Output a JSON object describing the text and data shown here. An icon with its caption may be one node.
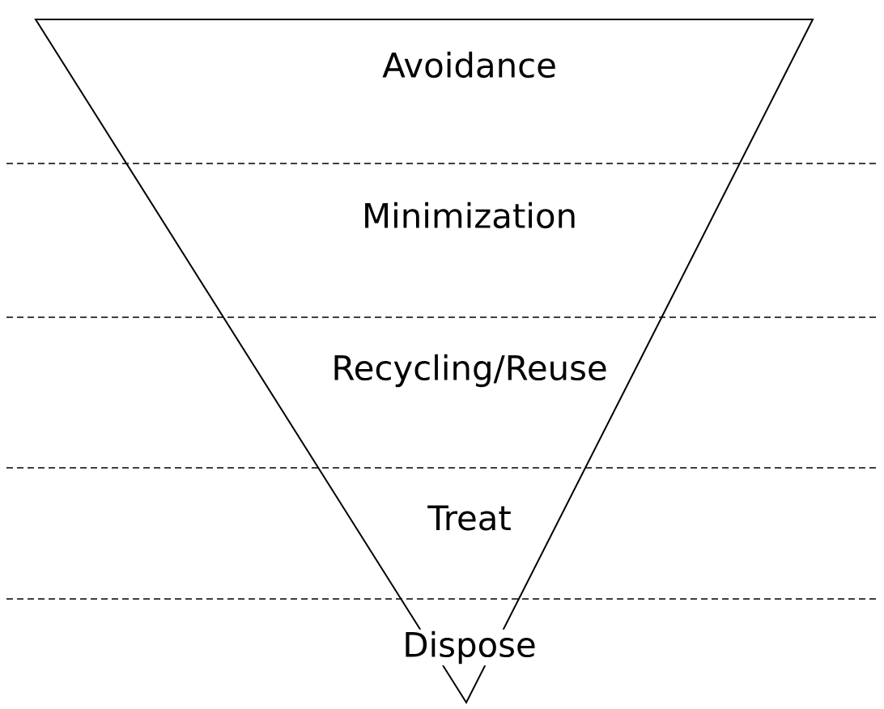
{
  "diagram": {
    "nodes": [
      {
        "text": [
          "Avoidance"
        ]
      },
      {
        "text": [
          "Minimization"
        ]
      },
      {
        "text": [
          "Recycling/Reuse"
        ]
      },
      {
        "text": [
          "Treat"
        ]
      },
      {
        "text": [
          "Dispose"
        ]
      }
    ]
  }
}
